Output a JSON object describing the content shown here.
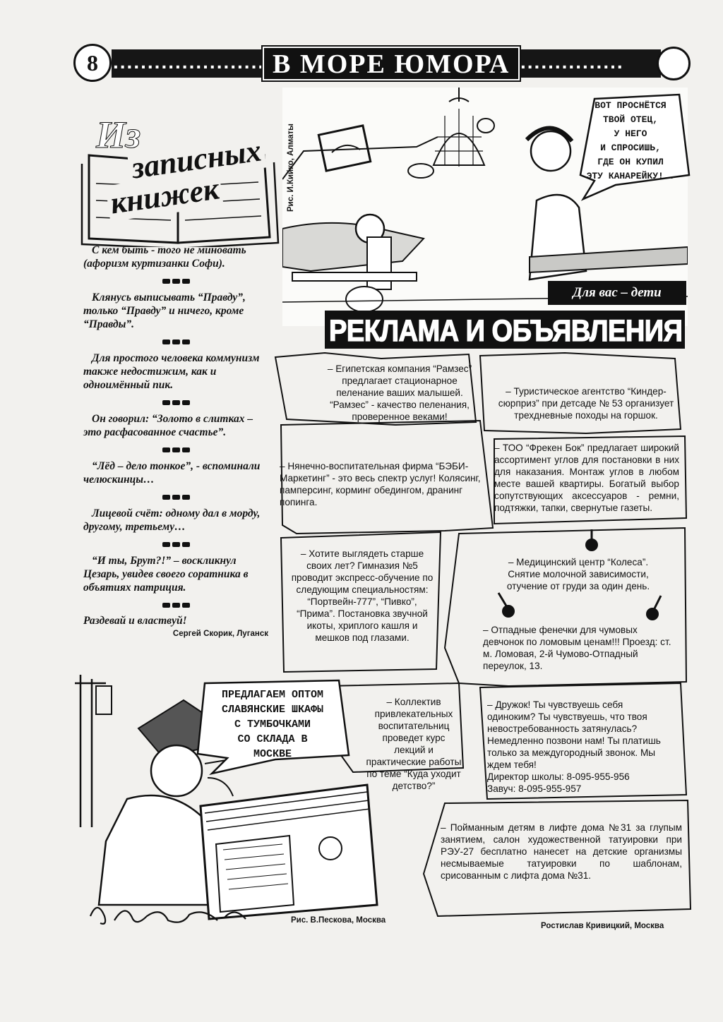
{
  "header": {
    "page_number": "8",
    "dots": "..........................................................................",
    "section_title": "В МОРЕ ЮМОРА"
  },
  "notebook": {
    "title_line1": "Из",
    "title_line2": "записных",
    "title_line3": "книжек",
    "quotes": [
      "С кем быть - того не миновать (афоризм куртизанки Софи).",
      "Клянусь выписывать “Правду”, только “Правду” и ничего, кроме “Правды”.",
      "Для простого человека коммунизм также недостижим, как и одноимённый пик.",
      "Он говорил: “Золото в слитках – это расфасованное счастье”.",
      "“Лёд – дело тонкое”, - вспоминали челюскинцы…",
      "Лицевой счёт: одному дал в морду, другому, третьему…",
      "“И ты, Брут?!” – воскликнул Цезарь, увидев своего соратника в объятиях патриция."
    ],
    "signoff": "Раздевай и властвуй!",
    "author": "Сергей Скорик, Луганск"
  },
  "top_cartoon": {
    "credit": "Рис. И.Кийко, Алматы",
    "speech": [
      "ВОТ ПРОСНЁТСЯ",
      "ТВОЙ ОТЕЦ,",
      "У НЕГО",
      "И СПРОСИШЬ,",
      "ГДЕ ОН КУПИЛ",
      "ЭТУ КАНАРЕЙКУ!.."
    ],
    "banner": "Для вас – дети"
  },
  "ads": {
    "heading": "РЕКЛАМА И ОБЪЯВЛЕНИЯ",
    "items": [
      "– Египетская компания “Рамзес” предлагает стационарное пеленание ваших малышей. “Рамзес” - качество пеленания, проверенное веками!",
      "– Туристическое агентство “Киндер-сюрприз” при детсаде № 53 организует трехдневные походы на горшок.",
      "– ТОО “Фрекен Бок” предлагает широкий ассортимент углов для постановки в них для наказания. Монтаж углов в любом месте вашей квартиры. Богатый выбор сопутствующих аксессуаров - ремни, подтяжки, тапки, свернутые газеты.",
      "– Нянечно-воспитательная фирма “БЭБИ-Маркетинг” - это весь спектр услуг! Колясинг, памперсинг, корминг обедингом, дранинг попинга.",
      "– Хотите выглядеть старше своих лет? Гимназия №5 проводит экспресс-обучение по следующим специальностям: “Портвейн-777”, “Пивко”, “Прима”. Постановка звучной икоты, хриплого кашля и мешков под глазами.",
      "– Медицинский центр “Колеса”. Снятие молочной зависимости, отучение от груди за один день.",
      "– Отпадные фенечки для чумовых девчонок по ломовым ценам!!! Проезд: ст. м. Ломовая, 2-й Чумово-Отпадный переулок, 13.",
      "– Коллектив привлекательных воспитательниц проведет курс лекций и практические работы по теме “Куда уходит детство?”",
      "– Дружок! Ты чувствуешь себя одиноким? Ты чувствуешь, что твоя невостребованность затянулась? Немедленно позвони нам! Ты платишь только за междугородный звонок. Мы ждем тебя!",
      "– Пойманным детям в лифте дома №31 за глупым занятием, салон художественной татуировки при РЭУ-27 бесплатно нанесет на детские организмы несмываемые татуировки по шаблонам, срисованным с лифта дома №31."
    ],
    "director": "Директор школы: 8-095-955-956",
    "deputy": "Завуч: 8-095-955-957",
    "author": "Ростислав Кривицкий, Москва"
  },
  "bottom_cartoon": {
    "speech": [
      "ПРЕДЛАГАЕМ ОПТОМ",
      "СЛАВЯНСКИЕ ШКАФЫ",
      "С ТУМБОЧКАМИ",
      "СО СКЛАДА В",
      "МОСКВЕ"
    ],
    "credit": "Рис. В.Пескова, Москва"
  }
}
